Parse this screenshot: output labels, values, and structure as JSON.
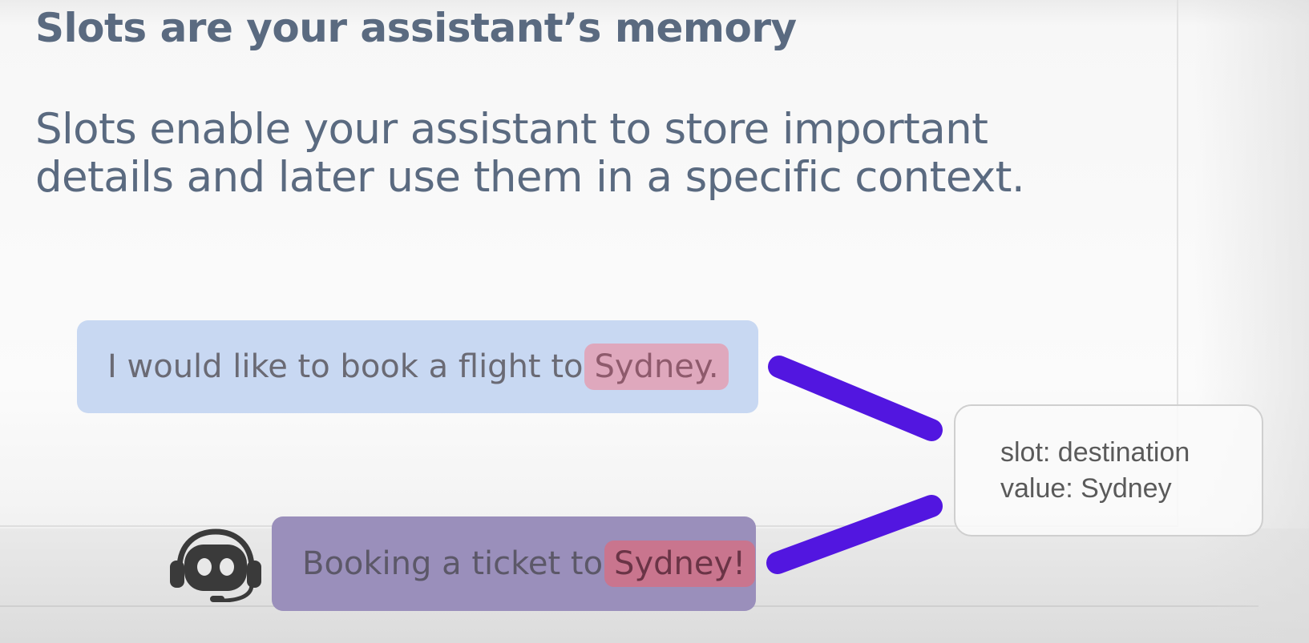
{
  "slide": {
    "title": "Slots are your assistant’s memory",
    "subtitle_line1": "Slots enable your assistant to store important",
    "subtitle_line2": "details and later use them in a specific context."
  },
  "conversation": {
    "user_message_prefix": "I would like to book a flight to",
    "user_message_highlight": "Sydney.",
    "bot_message_prefix": "Booking a ticket to",
    "bot_message_highlight": "Sydney!"
  },
  "slot_card": {
    "slot_line": "slot: destination",
    "value_line": "value: Sydney"
  },
  "icons": {
    "bot": "bot-headset-icon"
  },
  "colors": {
    "text": "#5a6a80",
    "user_bubble": "#c8d8f2",
    "bot_bubble": "#9a8fbb",
    "highlight_user": "#dfa8bd",
    "highlight_bot": "#c9758e",
    "connector": "#5216e0"
  }
}
